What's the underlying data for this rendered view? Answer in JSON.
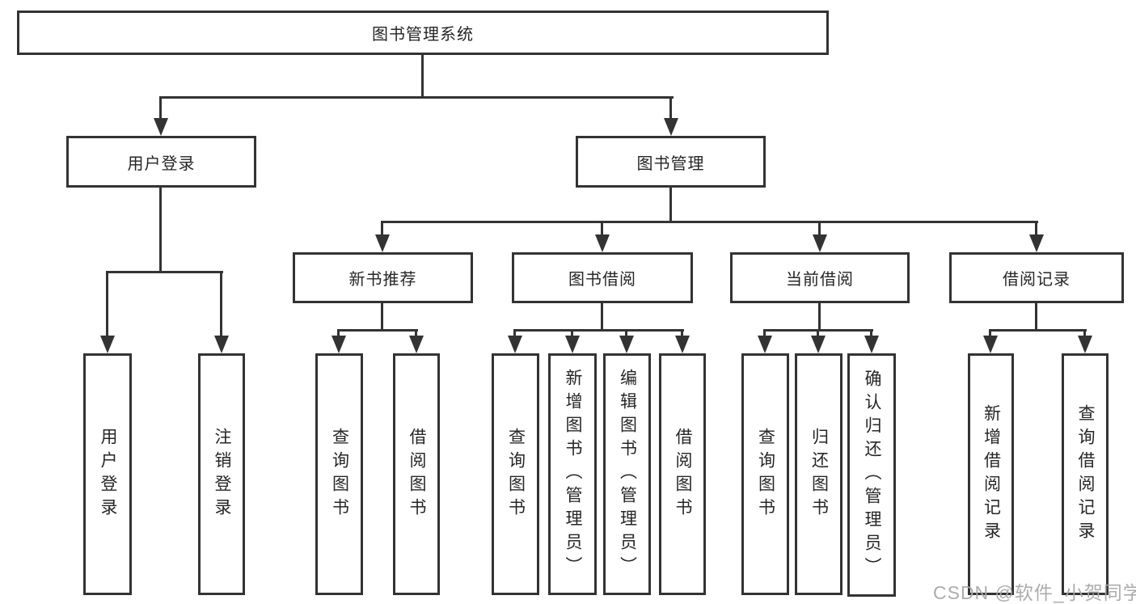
{
  "tree": {
    "root": {
      "label": "图书管理系统"
    },
    "children": [
      {
        "label": "用户登录",
        "children": [
          {
            "label": "用户登录"
          },
          {
            "label": "注销登录"
          }
        ]
      },
      {
        "label": "图书管理",
        "children": [
          {
            "label": "新书推荐",
            "children": [
              {
                "label": "查询图书"
              },
              {
                "label": "借阅图书"
              }
            ]
          },
          {
            "label": "图书借阅",
            "children": [
              {
                "label": "查询图书"
              },
              {
                "label": "新增图书（管理员）"
              },
              {
                "label": "编辑图书（管理员）"
              },
              {
                "label": "借阅图书"
              }
            ]
          },
          {
            "label": "当前借阅",
            "children": [
              {
                "label": "查询图书"
              },
              {
                "label": "归还图书"
              },
              {
                "label": "确认归还（管理员）"
              }
            ]
          },
          {
            "label": "借阅记录",
            "children": [
              {
                "label": "新增借阅记录"
              },
              {
                "label": "查询借阅记录"
              }
            ]
          }
        ]
      }
    ]
  },
  "watermark": {
    "text": "CSDN @软件_小贺同学"
  },
  "colors": {
    "line": "#333333",
    "text": "#262626",
    "watermark": "#a8a8a8",
    "background": "#ffffff"
  }
}
